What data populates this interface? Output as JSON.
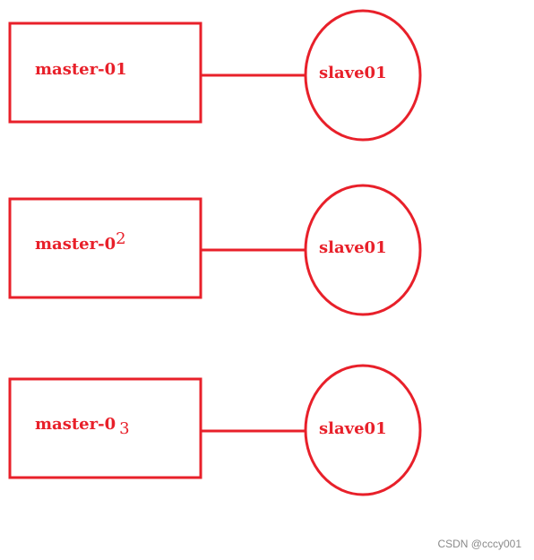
{
  "diagram": {
    "stroke_color": "#e8202a",
    "rows": [
      {
        "master": {
          "label_main": "master-0",
          "label_suffix": "1"
        },
        "slave": {
          "label": "slave01"
        }
      },
      {
        "master": {
          "label_main": "master-0",
          "label_suffix": "2"
        },
        "slave": {
          "label": "slave01"
        }
      },
      {
        "master": {
          "label_main": "master-0",
          "label_suffix": "3"
        },
        "slave": {
          "label": "slave01"
        }
      }
    ]
  },
  "watermark": {
    "text": "CSDN @cccy001"
  }
}
